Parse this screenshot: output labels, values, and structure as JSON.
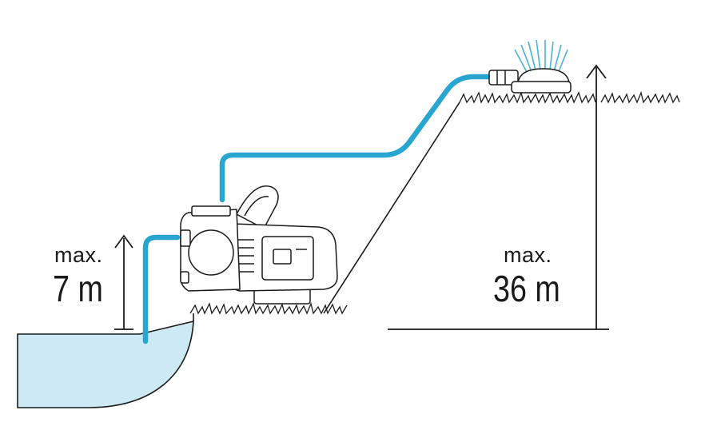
{
  "suction_label": {
    "prefix": "max.",
    "value": "7 m"
  },
  "delivery_label": {
    "prefix": "max.",
    "value": "36 m"
  },
  "colors": {
    "hose": "#29a6cf",
    "water_fill": "#cde9f3",
    "line": "#1a1a1a",
    "spray": "#4bb3d6"
  },
  "icons": [
    "pump-icon",
    "sprinkler-icon",
    "grass-icon",
    "up-arrow-icon"
  ]
}
